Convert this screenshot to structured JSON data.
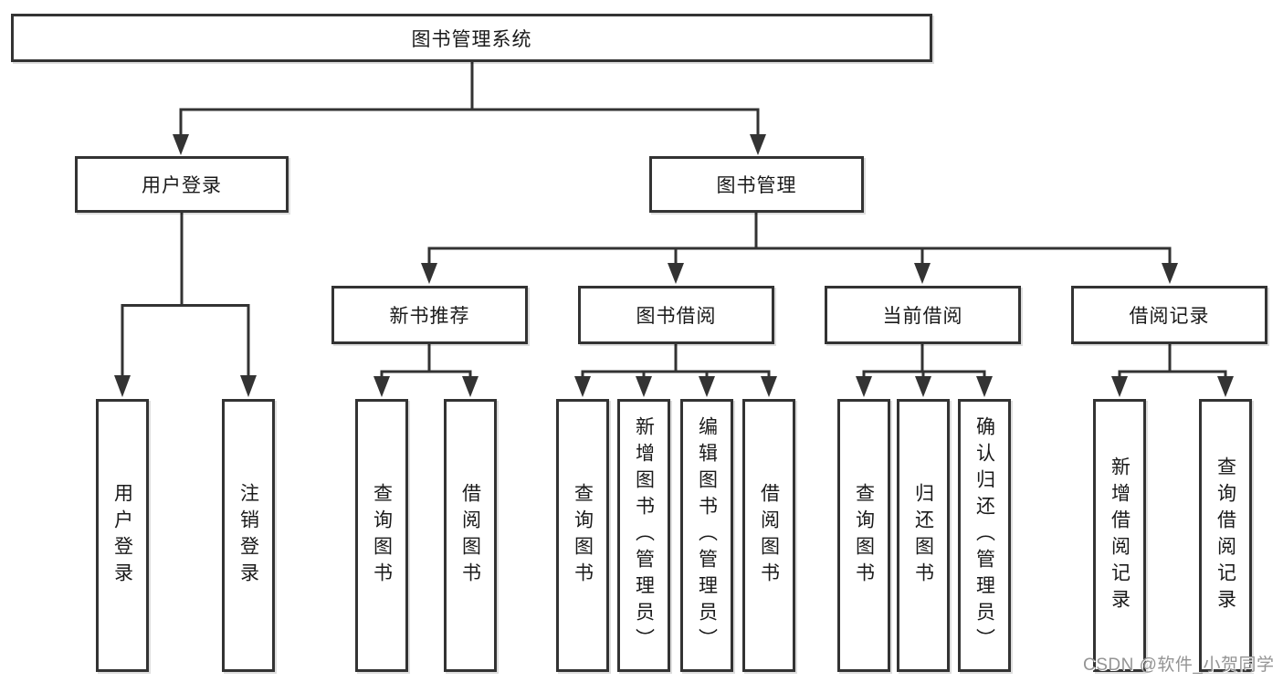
{
  "diagram": {
    "type": "hierarchy-tree",
    "root": {
      "label": "图书管理系统"
    },
    "children": [
      {
        "label": "用户登录",
        "children": [
          {
            "label": "用户登录"
          },
          {
            "label": "注销登录"
          }
        ]
      },
      {
        "label": "图书管理",
        "children": [
          {
            "label": "新书推荐",
            "children": [
              {
                "label": "查询图书"
              },
              {
                "label": "借阅图书"
              }
            ]
          },
          {
            "label": "图书借阅",
            "children": [
              {
                "label": "查询图书"
              },
              {
                "label": "新增图书（管理员）"
              },
              {
                "label": "编辑图书（管理员）"
              },
              {
                "label": "借阅图书"
              }
            ]
          },
          {
            "label": "当前借阅",
            "children": [
              {
                "label": "查询图书"
              },
              {
                "label": "归还图书"
              },
              {
                "label": "确认归还（管理员）"
              }
            ]
          },
          {
            "label": "借阅记录",
            "children": [
              {
                "label": "新增借阅记录"
              },
              {
                "label": "查询借阅记录"
              }
            ]
          }
        ]
      }
    ]
  },
  "watermark": {
    "text": "CSDN @软件_小贺同学"
  },
  "colors": {
    "background": "#ffffff",
    "box_fill": "#ffffff",
    "box_border": "#333333",
    "line": "#333333",
    "text": "#1a1a1a",
    "watermark_text": "#949494"
  }
}
